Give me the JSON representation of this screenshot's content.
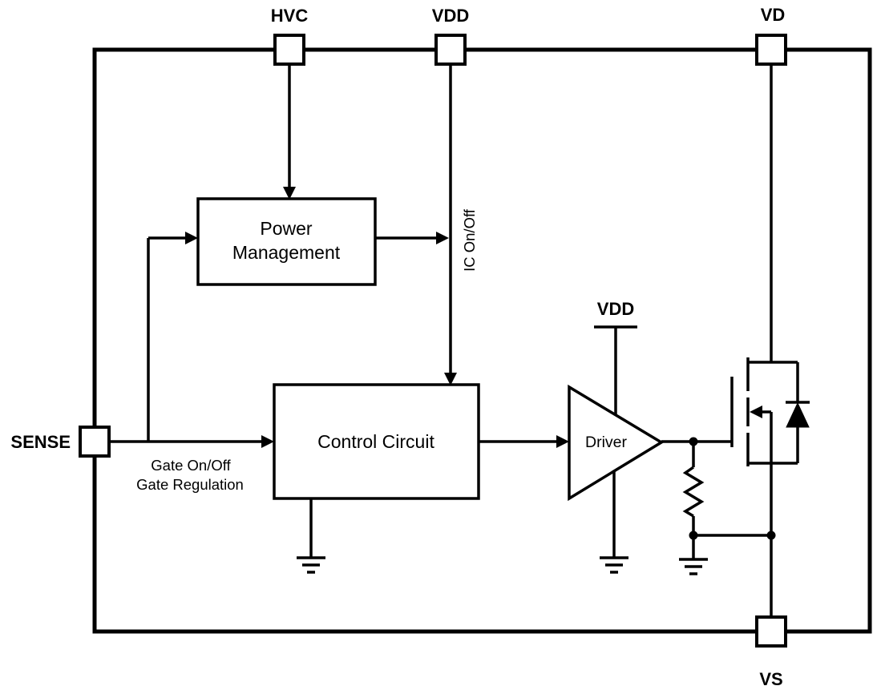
{
  "diagram": {
    "pins": {
      "hvc": {
        "label": "HVC"
      },
      "vdd_top": {
        "label": "VDD"
      },
      "vd": {
        "label": "VD"
      },
      "sense": {
        "label": "SENSE"
      },
      "vs": {
        "label": "VS"
      }
    },
    "blocks": {
      "power_management": {
        "line1": "Power",
        "line2": "Management"
      },
      "control_circuit": {
        "label": "Control Circuit"
      },
      "driver": {
        "label": "Driver"
      }
    },
    "signals": {
      "ic_on_off": "IC On/Off",
      "gate_on_off": "Gate On/Off",
      "gate_regulation": "Gate Regulation"
    },
    "supplies": {
      "driver_vdd": "VDD"
    },
    "colors": {
      "stroke": "#000000",
      "background": "#ffffff"
    }
  }
}
